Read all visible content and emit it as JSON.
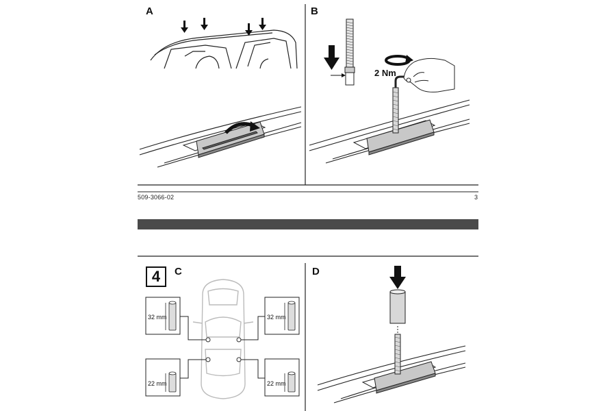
{
  "panels": {
    "a": {
      "letter": "A"
    },
    "b": {
      "letter": "B",
      "torque": "2 Nm"
    },
    "c": {
      "letter": "C",
      "step": "4"
    },
    "d": {
      "letter": "D"
    }
  },
  "footer": {
    "doc_number": "509-3066-02",
    "page_number": "3"
  },
  "dimensions": {
    "front_left": "32 mm",
    "front_right": "32 mm",
    "rear_left": "22 mm",
    "rear_right": "22 mm"
  },
  "colors": {
    "line": "#222222",
    "band": "#4a4a4a",
    "car": "#bbbbbb"
  }
}
